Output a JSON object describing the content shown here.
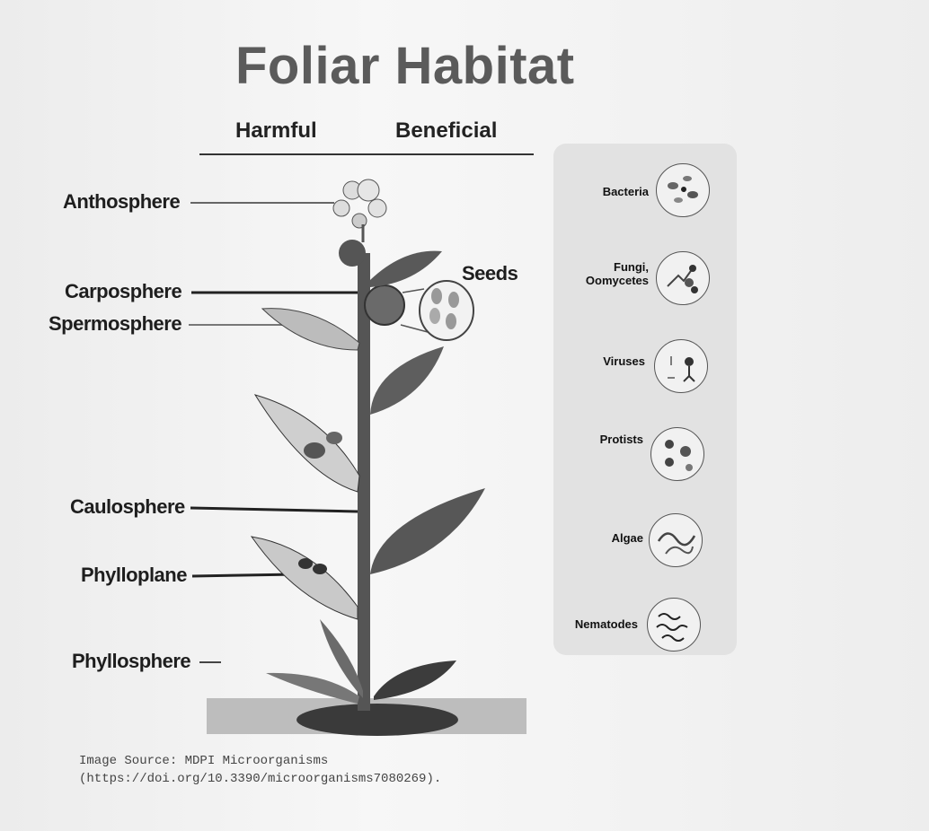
{
  "title": "Foliar Habitat",
  "headers": {
    "harmful": "Harmful",
    "beneficial": "Beneficial"
  },
  "plant_labels": {
    "anthosphere": "Anthosphere",
    "carposphere": "Carposphere",
    "spermosphere": "Spermosphere",
    "caulosphere": "Caulosphere",
    "phylloplane": "Phylloplane",
    "phyllosphere": "Phyllosphere",
    "seeds": "Seeds"
  },
  "microbes": [
    {
      "line1": "Bacteria",
      "line2": "",
      "icon": "bacteria-icon"
    },
    {
      "line1": "Fungi,",
      "line2": "Oomycetes",
      "icon": "fungi-icon"
    },
    {
      "line1": "Viruses",
      "line2": "",
      "icon": "virus-icon"
    },
    {
      "line1": "Protists",
      "line2": "",
      "icon": "protist-icon"
    },
    {
      "line1": "Algae",
      "line2": "",
      "icon": "algae-icon"
    },
    {
      "line1": "Nematodes",
      "line2": "",
      "icon": "nematode-icon"
    }
  ],
  "source": {
    "line1": "Image Source: MDPI Microorganisms",
    "line2": "(https://doi.org/10.3390/microorganisms7080269)."
  },
  "colors": {
    "stem": "#555555",
    "leaf": "#4a4a4a",
    "panel": "#e2e2e2",
    "title": "#5b5b5b"
  }
}
